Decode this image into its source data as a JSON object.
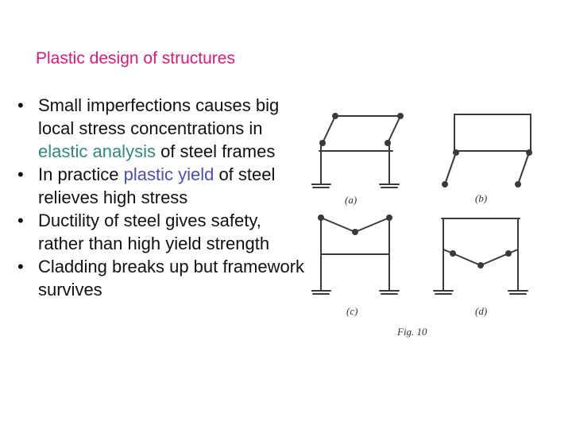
{
  "slide": {
    "title": "Plastic design of structures",
    "bullet_marker": "•",
    "colors": {
      "title": "#d81b7a",
      "elastic_highlight": "#2e8b7a",
      "plastic_highlight": "#4b4fb0",
      "body_text": "#111111"
    },
    "bullets": [
      {
        "before": "Small imperfections causes big local stress concentrations in ",
        "highlight": "elastic analysis",
        "after": " of steel frames"
      },
      {
        "before": "In practice ",
        "highlight": "plastic yield",
        "after": " of steel relieves high stress"
      },
      {
        "text": "Ductility of steel gives safety, rather than high yield strength"
      },
      {
        "text": "Cladding breaks up but framework survives"
      }
    ],
    "figure": {
      "panel_labels": [
        "(a)",
        "(b)",
        "(c)",
        "(d)"
      ],
      "caption": "Fig. 10"
    }
  }
}
